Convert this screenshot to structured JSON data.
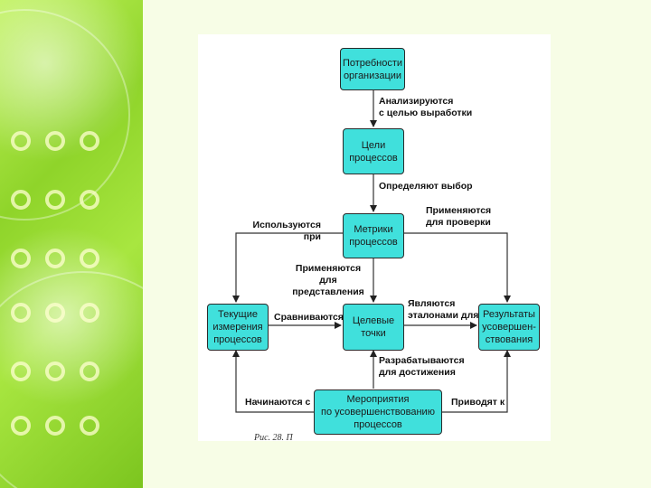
{
  "diagram": {
    "nodes": {
      "needs": "Потребности\nорганизации",
      "goals": "Цели\nпроцессов",
      "metrics": "Метрики\nпроцессов",
      "current": "Текущие\nизмерения\nпроцессов",
      "targets": "Целевые\nточки",
      "results": "Результаты\nусовершен-\nствования",
      "actions": "Мероприятия\nпо усовершенствованию\nпроцессов"
    },
    "edge_labels": {
      "analyzed": "Анализируются\nс целью выработки",
      "define_choice": "Определяют выбор",
      "used_when": "Используются при",
      "applied_check": "Применяются\nдля проверки",
      "applied_repr": "Применяются\nдля представления",
      "compared": "Сравниваются",
      "are_standards": "Являются\nэталонами для",
      "developed_for": "Разрабатываются\nдля достижения",
      "start_with": "Начинаются с",
      "lead_to": "Приводят к"
    },
    "caption": "Рис. 28. П"
  }
}
